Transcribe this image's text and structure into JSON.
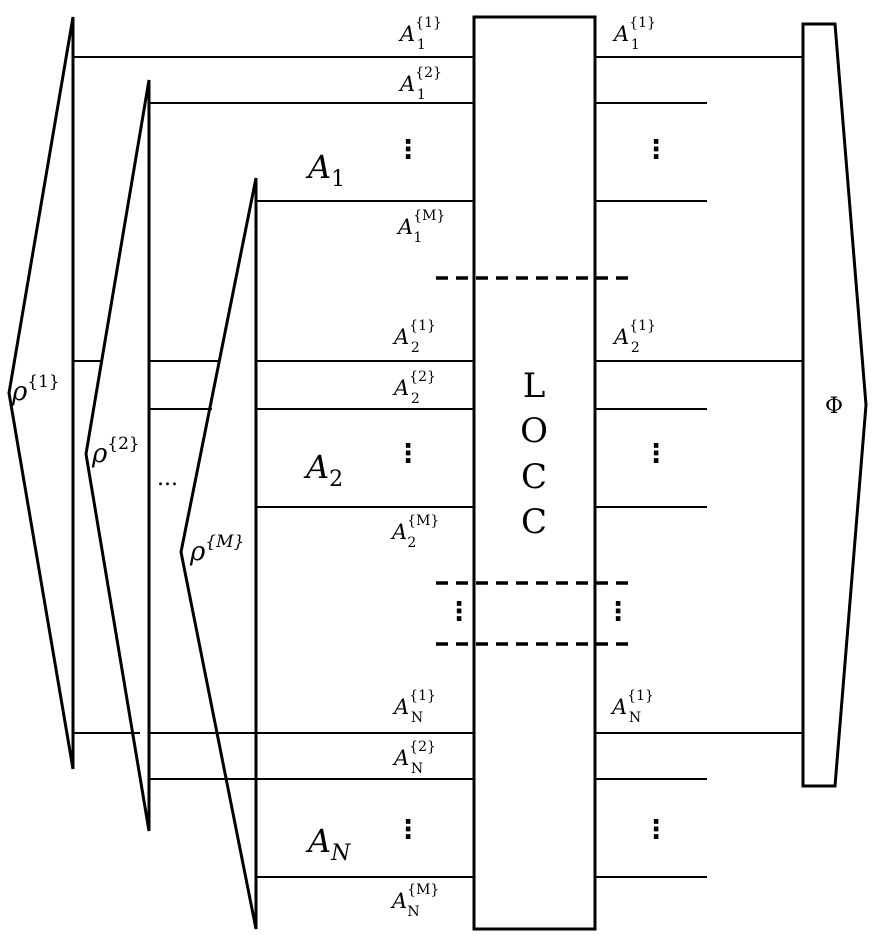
{
  "states": [
    {
      "base": "ρ",
      "sup": "{1}"
    },
    {
      "base": "ρ",
      "sup": "{2}"
    },
    {
      "base": "ρ",
      "sup": "{M}"
    }
  ],
  "states_ellipsis": "...",
  "parties": [
    {
      "base": "A",
      "sub": "1"
    },
    {
      "base": "A",
      "sub": "2"
    },
    {
      "base": "A",
      "sub": "N"
    }
  ],
  "wires_left": [
    {
      "base": "A",
      "sub": "1",
      "sup": "{1}"
    },
    {
      "base": "A",
      "sub": "1",
      "sup": "{2}"
    },
    {
      "base": "A",
      "sub": "1",
      "sup": "{M}"
    },
    {
      "base": "A",
      "sub": "2",
      "sup": "{1}"
    },
    {
      "base": "A",
      "sub": "2",
      "sup": "{2}"
    },
    {
      "base": "A",
      "sub": "2",
      "sup": "{M}"
    },
    {
      "base": "A",
      "sub": "N",
      "sup": "{1}"
    },
    {
      "base": "A",
      "sub": "N",
      "sup": "{2}"
    },
    {
      "base": "A",
      "sub": "N",
      "sup": "{M}"
    }
  ],
  "wires_right": [
    {
      "base": "A",
      "sub": "1",
      "sup": "{1}"
    },
    {
      "base": "A",
      "sub": "2",
      "sup": "{1}"
    },
    {
      "base": "A",
      "sub": "N",
      "sup": "{1}"
    }
  ],
  "locc_letters": [
    "L",
    "O",
    "C",
    "C"
  ],
  "output_label": "Φ",
  "vdots": "⋮"
}
